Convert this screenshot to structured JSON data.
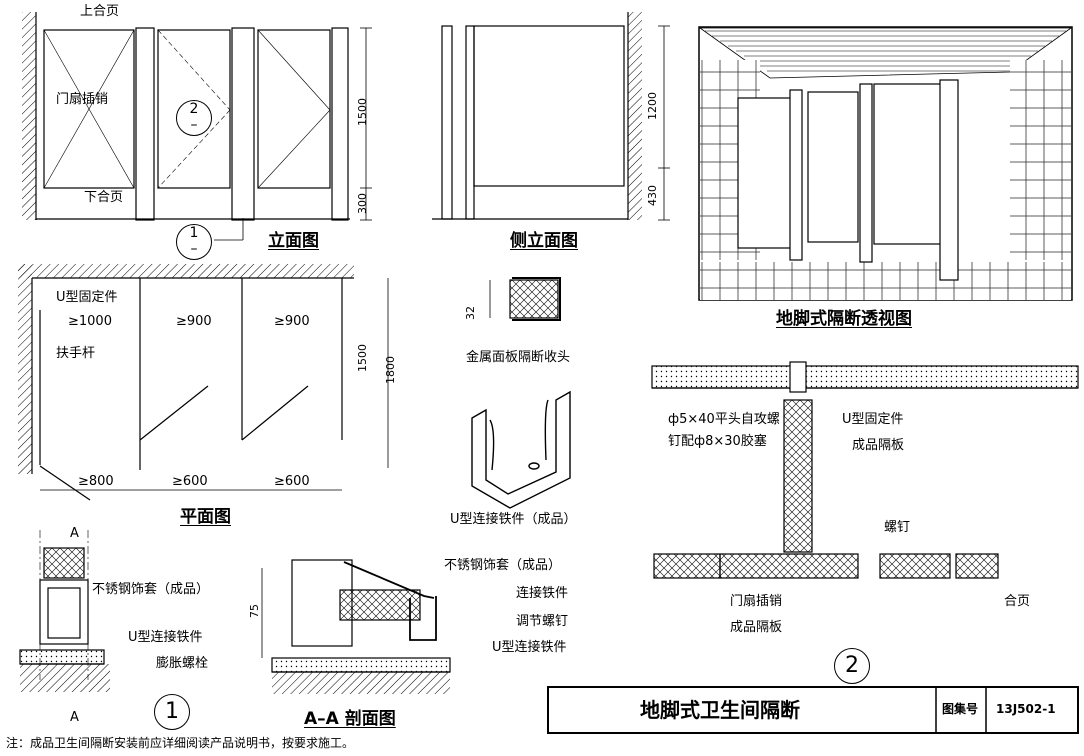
{
  "elevation": {
    "title": "立面图",
    "label_top_hinge": "上合页",
    "label_door_latch": "门扇插销",
    "label_bottom_hinge": "下合页",
    "dim_1500": "1500",
    "dim_300": "300",
    "ref_2_num": "2",
    "ref_2_den": "–",
    "ref_1_num": "1",
    "ref_1_den": "–"
  },
  "side_elevation": {
    "title": "侧立面图",
    "dim_1200": "1200",
    "dim_430": "430"
  },
  "perspective": {
    "title": "地脚式隔断透视图"
  },
  "plan": {
    "title": "平面图",
    "label_u_bracket": "U型固定件",
    "label_handrail": "扶手杆",
    "w1": "≥1000",
    "w2": "≥900",
    "w3": "≥900",
    "d1": "≥800",
    "d2": "≥600",
    "d3": "≥600",
    "dim_1500": "1500",
    "dim_1800": "1800"
  },
  "edge_detail": {
    "dim_32": "32",
    "caption": "金属面板隔断收头"
  },
  "u_connector": {
    "caption": "U型连接铁件（成品）"
  },
  "detail_1": {
    "section_mark": "A",
    "label_sleeve": "不锈钢饰套（成品）",
    "label_u_conn": "U型连接铁件",
    "label_bolt": "膨胀螺栓",
    "ref": "1"
  },
  "section_aa": {
    "title": "A–A 剖面图",
    "dim_75": "75",
    "label_sleeve": "不锈钢饰套（成品）",
    "label_conn": "连接铁件",
    "label_screw": "调节螺钉",
    "label_u_conn": "U型连接铁件"
  },
  "detail_2": {
    "label_screw_a": "ф5×40平头自攻螺",
    "label_screw_b": "钉配ф8×30胶塞",
    "label_u_bracket": "U型固定件",
    "label_panel": "成品隔板",
    "label_screw": "螺钉",
    "label_latch": "门扇插销",
    "label_panel2": "成品隔板",
    "label_hinge": "合页",
    "ref": "2"
  },
  "title_block": {
    "title": "地脚式卫生间隔断",
    "atlas_label": "图集号",
    "atlas_no": "13J502-1"
  },
  "note": "注：成品卫生间隔断安装前应详细阅读产品说明书，按要求施工。"
}
